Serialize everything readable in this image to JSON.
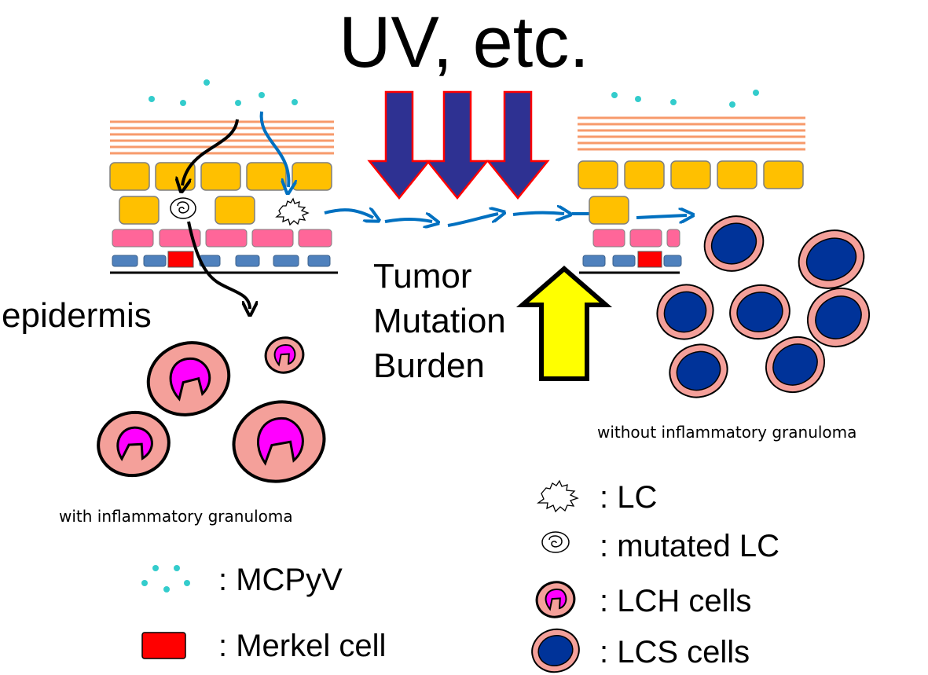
{
  "title": "UV, etc.",
  "labels": {
    "epidermis": "epidermis",
    "tmb": [
      "Tumor",
      "Mutation",
      "Burden"
    ],
    "with_granuloma": "with inflammatory granuloma",
    "without_granuloma": "without inflammatory granuloma"
  },
  "legend": {
    "mcpyv": ": MCPyV",
    "merkel": ": Merkel cell",
    "lc": ": LC",
    "mutated_lc": ": mutated LC",
    "lch": ": LCH cells",
    "lcs": ": LCS cells"
  },
  "colors": {
    "stratum_corneum": "#f79a6b",
    "keratinocyte": "#ffc000",
    "basal_pink": "#ff6699",
    "basal_blue": "#4f81bd",
    "merkel": "#ff0000",
    "virus": "#33cccc",
    "uv_arrow_fill": "#2e3192",
    "uv_arrow_stroke": "#ff0000",
    "tmb_arrow": "#ffff00",
    "migration_arrow": "#0070c0",
    "lch_outer": "#f4a09a",
    "lch_nucleus": "#ff00ff",
    "lcs_nucleus": "#003399"
  }
}
